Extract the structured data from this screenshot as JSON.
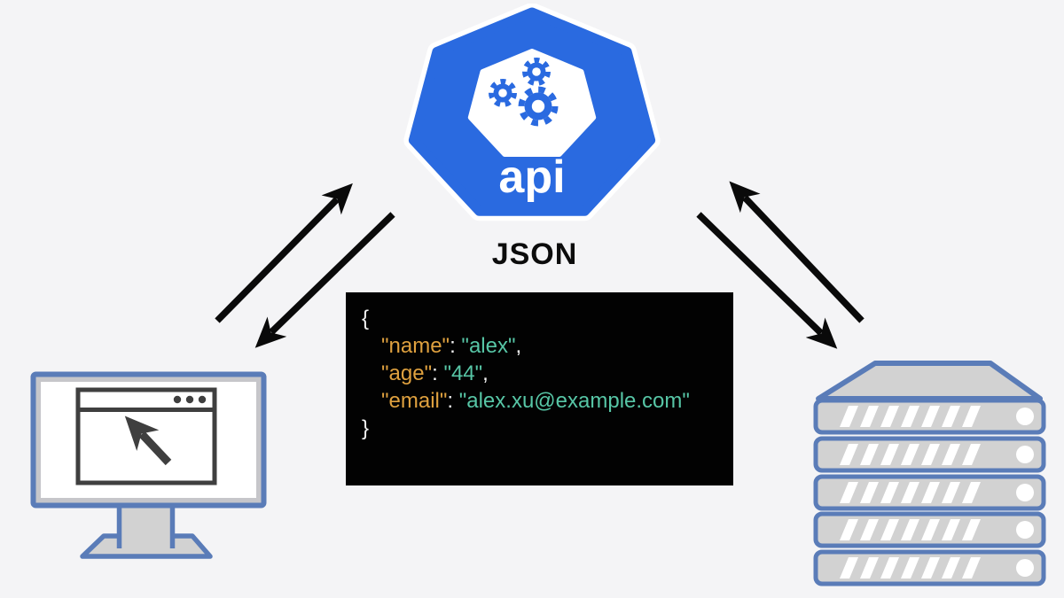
{
  "canvas": {
    "background": "#f4f4f6"
  },
  "api_node": {
    "label": "api",
    "shape": "heptagon",
    "fill_color": "#2a6ae0",
    "outline_color": "#ffffff",
    "icon": "gears-icon"
  },
  "flow_label": {
    "text": "JSON"
  },
  "code_block": {
    "background": "#020202",
    "key_color": "#dfa13f",
    "value_color": "#57c6a6",
    "punctuation_color": "#f2f2f2",
    "open_brace": "{",
    "close_brace": "}",
    "colon": ": ",
    "entries": [
      {
        "key": "\"name\"",
        "value": "\"alex\"",
        "trailing": ","
      },
      {
        "key": "\"age\"",
        "value": "\"44\"",
        "trailing": ","
      },
      {
        "key": "\"email\"",
        "value": "\"alex.xu@example.com\"",
        "trailing": ""
      }
    ]
  },
  "client_node": {
    "name": "client computer",
    "border_color": "#5a7cb8",
    "bezel_color": "#c6c6ca",
    "window_color": "#3f3f3f"
  },
  "server_node": {
    "name": "server rack",
    "border_color": "#5a7cb8",
    "body_color": "#d2d2d2",
    "unit_count": 5
  },
  "arrows": {
    "color": "#0a0a0a",
    "pairs": [
      "client-api",
      "api-server"
    ]
  }
}
